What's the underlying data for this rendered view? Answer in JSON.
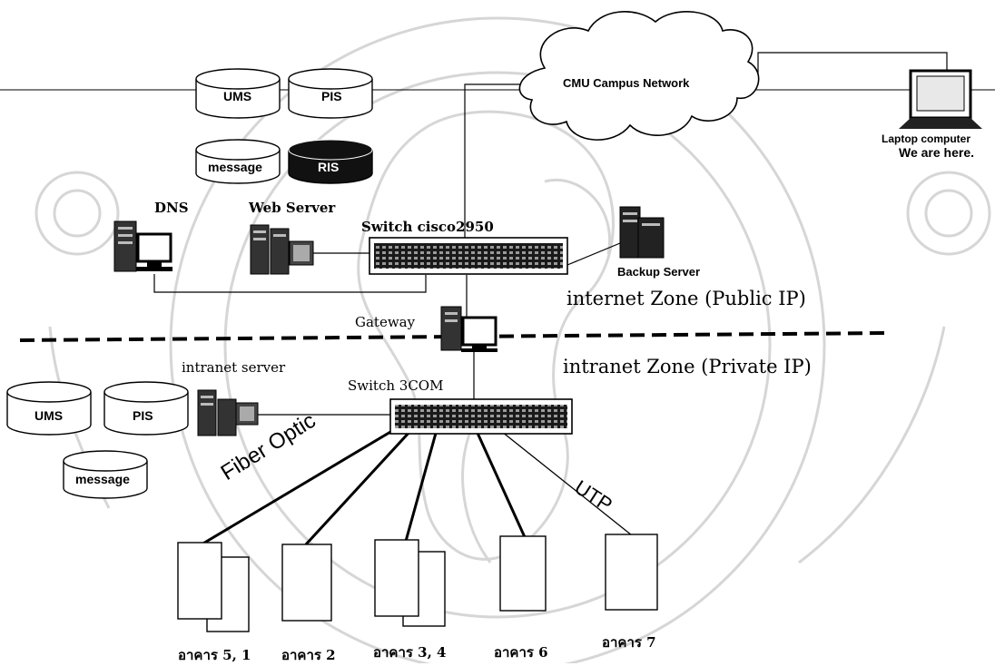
{
  "cloud_label": "CMU Campus Network",
  "laptop": {
    "line1": "Laptop computer",
    "line2": "We are here."
  },
  "public_dbs": [
    "UMS",
    "PIS",
    "message",
    "RIS"
  ],
  "dns_label": "DNS",
  "web_server_label": "Web Server",
  "switch_top_label": "Switch  cisco2950",
  "backup_label": "Backup Server",
  "internet_zone": "internet Zone (Public IP)",
  "gateway_label": "Gateway",
  "intranet_zone": "intranet Zone (Private IP)",
  "intranet_server_label": "intranet server",
  "switch_bottom_label": "Switch  3COM",
  "private_dbs": [
    "UMS",
    "PIS",
    "message"
  ],
  "fiber_label": "Fiber Optic",
  "utp_label": "UTP",
  "buildings": [
    "อาคาร 5, 1",
    "อาคาร 2",
    "อาคาร 3, 4",
    "อาคาร 6",
    "อาคาร 7"
  ],
  "colors": {
    "ink": "#000000",
    "watermark": "#d6d6d6",
    "screen": "#e8e8e8"
  },
  "icons": [
    "cloud-icon",
    "laptop-icon",
    "database-icon",
    "server-icon",
    "switch-icon",
    "building-icon",
    "watermark-seal"
  ]
}
